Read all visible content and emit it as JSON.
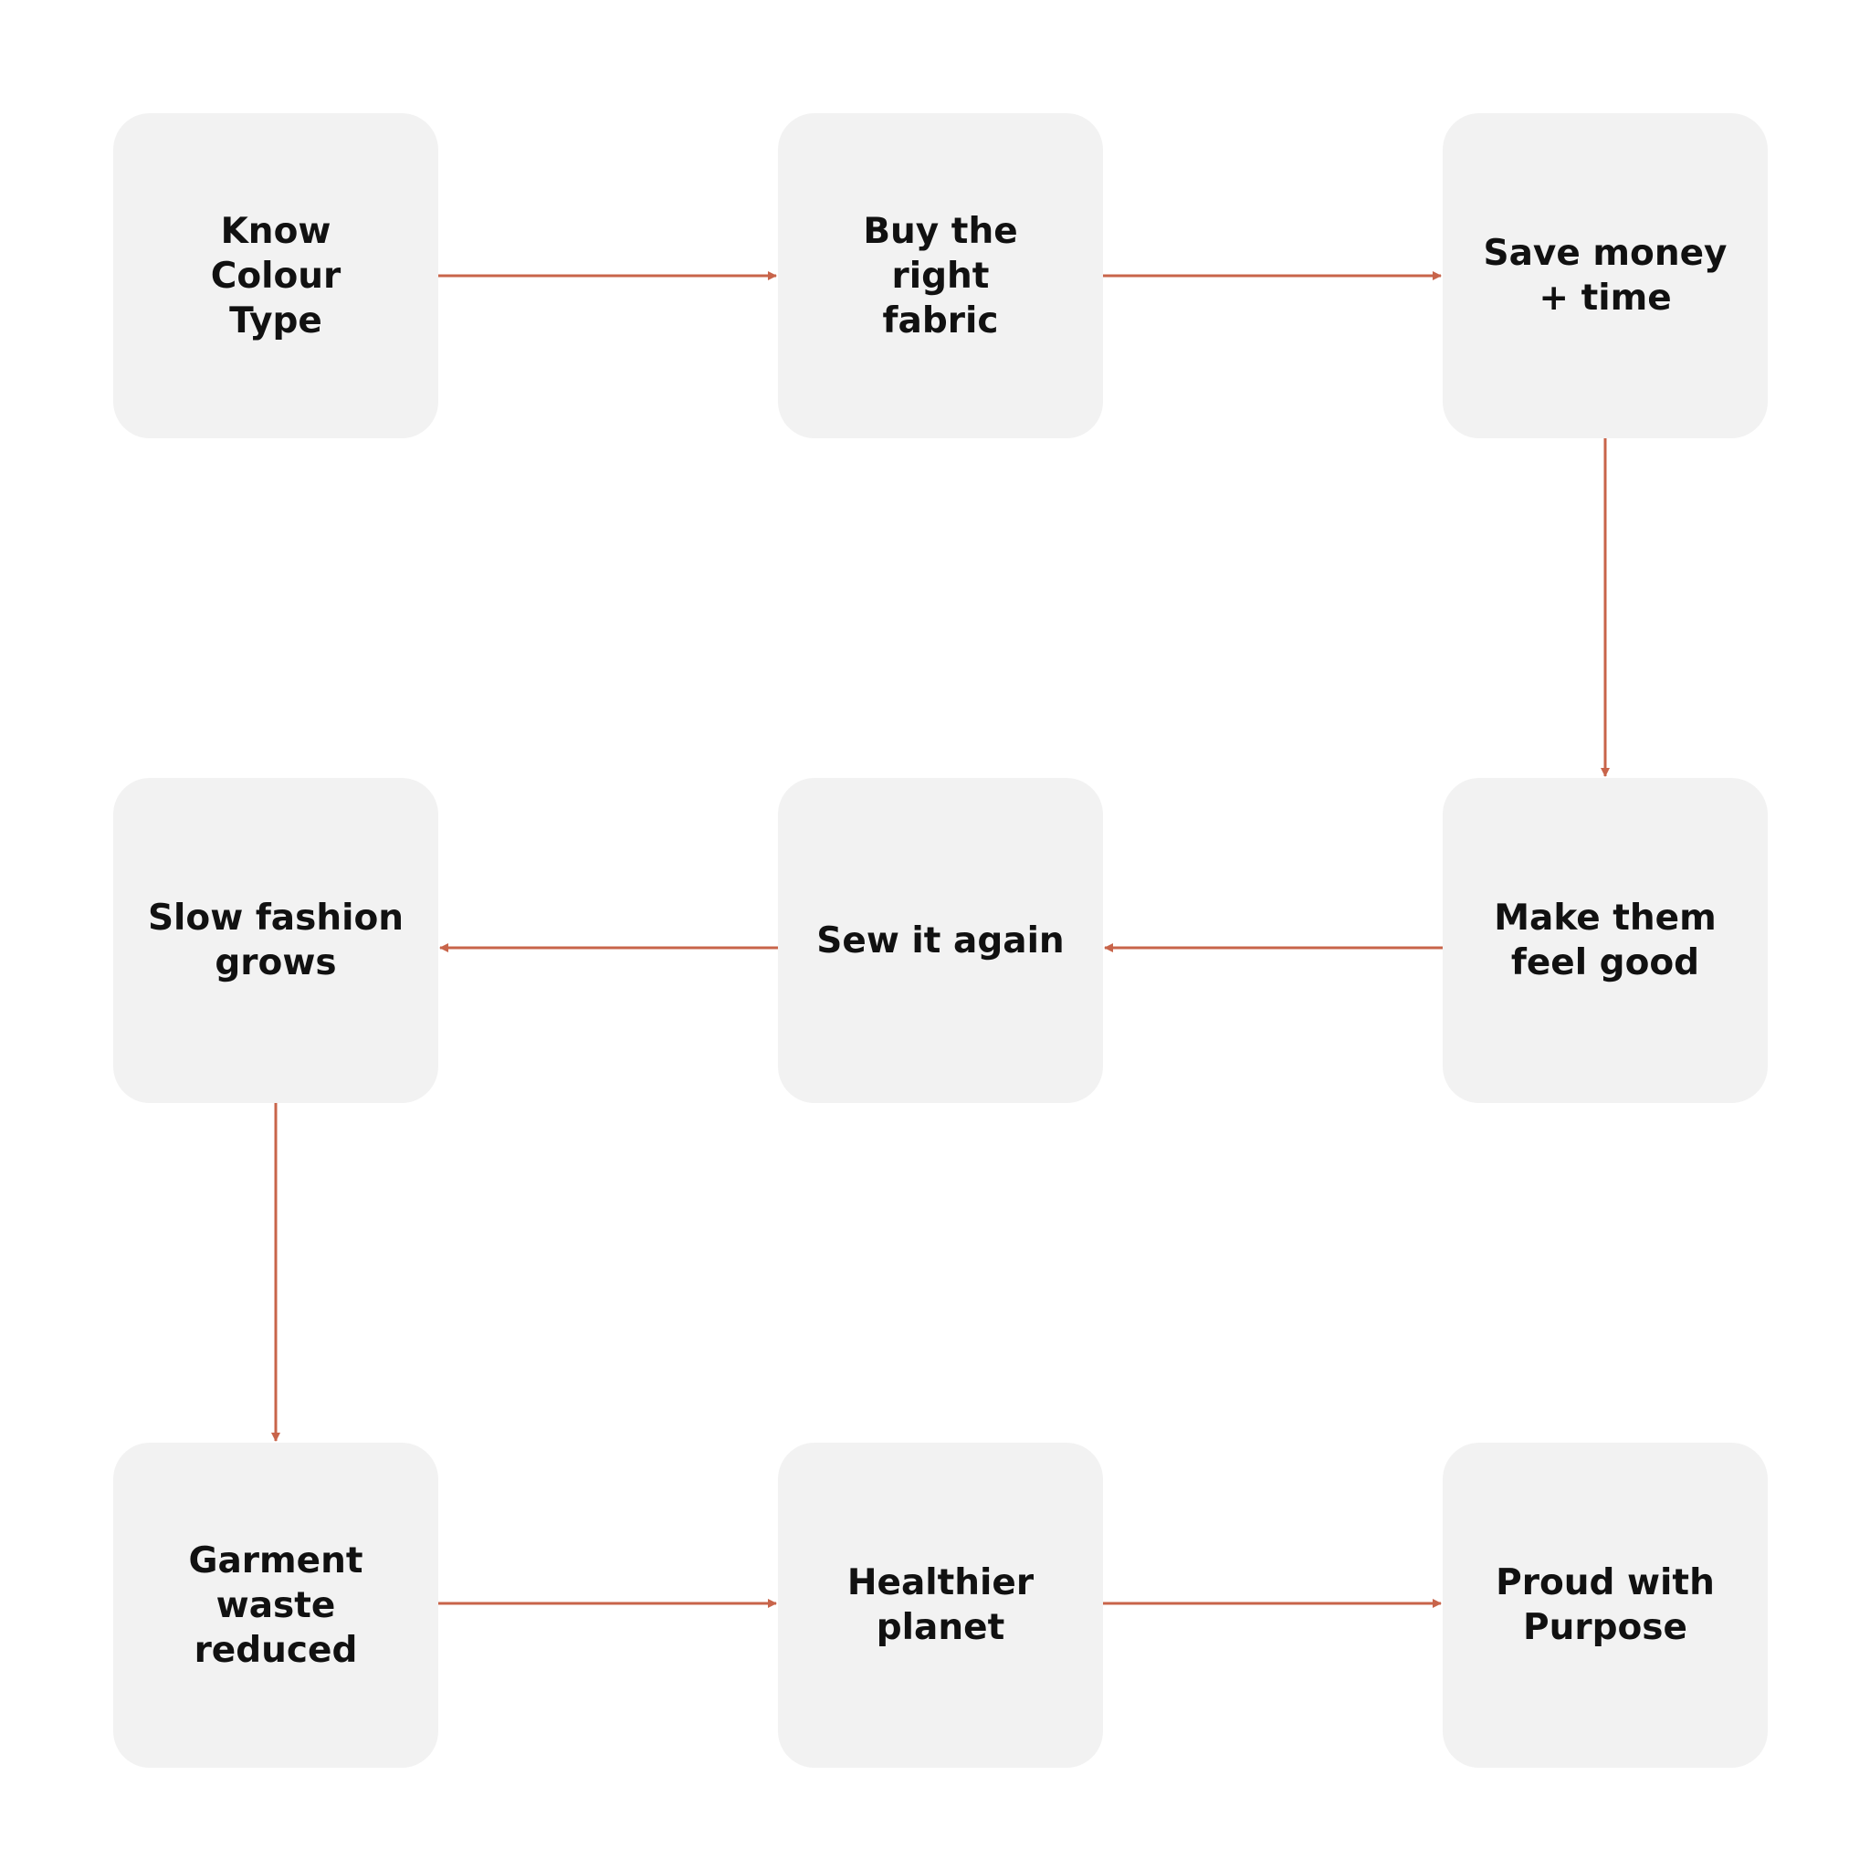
{
  "diagram": {
    "arrow_color": "#c8644a",
    "box_color": "#f2f2f2",
    "text_color": "#111111",
    "nodes": [
      {
        "id": "know-colour-type",
        "label": "Know\nColour\nType"
      },
      {
        "id": "buy-right-fabric",
        "label": "Buy the\nright\nfabric"
      },
      {
        "id": "save-money-time",
        "label": "Save money\n+ time"
      },
      {
        "id": "slow-fashion-grows",
        "label": "Slow fashion\ngrows"
      },
      {
        "id": "sew-it-again",
        "label": "Sew it again"
      },
      {
        "id": "make-them-feel-good",
        "label": "Make them\nfeel good"
      },
      {
        "id": "garment-waste-reduced",
        "label": "Garment\nwaste\nreduced"
      },
      {
        "id": "healthier-planet",
        "label": "Healthier\nplanet"
      },
      {
        "id": "proud-with-purpose",
        "label": "Proud with\nPurpose"
      }
    ],
    "edges": [
      {
        "from": "know-colour-type",
        "to": "buy-right-fabric"
      },
      {
        "from": "buy-right-fabric",
        "to": "save-money-time"
      },
      {
        "from": "save-money-time",
        "to": "make-them-feel-good"
      },
      {
        "from": "make-them-feel-good",
        "to": "sew-it-again"
      },
      {
        "from": "sew-it-again",
        "to": "slow-fashion-grows"
      },
      {
        "from": "slow-fashion-grows",
        "to": "garment-waste-reduced"
      },
      {
        "from": "garment-waste-reduced",
        "to": "healthier-planet"
      },
      {
        "from": "healthier-planet",
        "to": "proud-with-purpose"
      }
    ]
  }
}
